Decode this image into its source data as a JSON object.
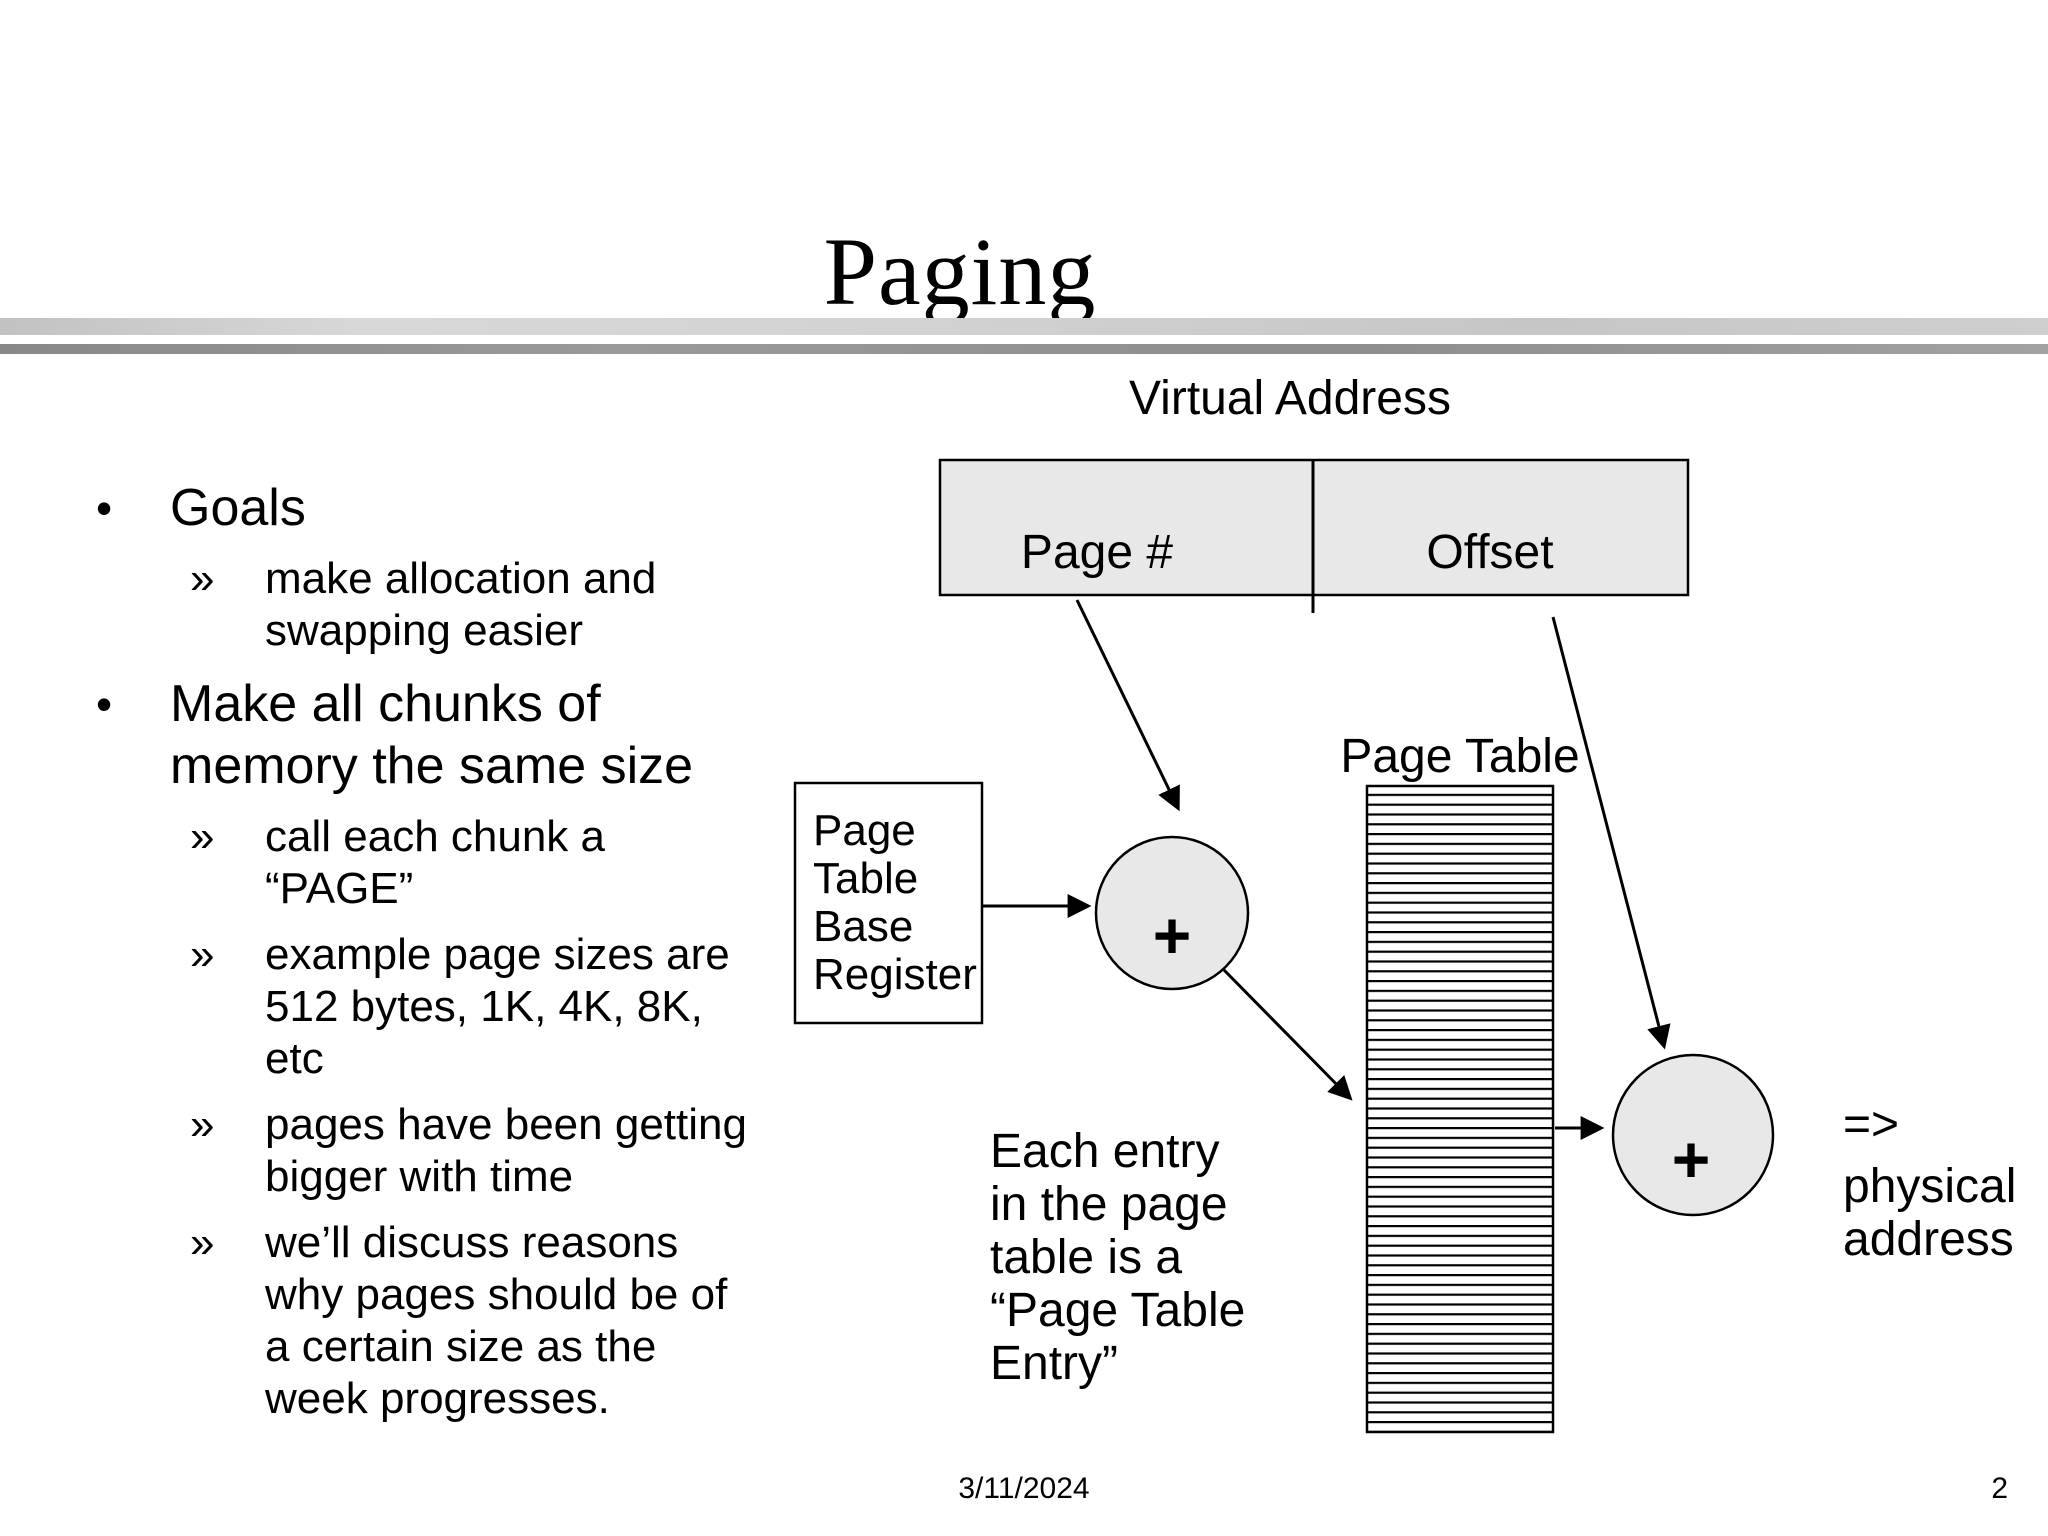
{
  "slide": {
    "title": "Paging",
    "footer": {
      "date": "3/11/2024",
      "page_number": "2"
    }
  },
  "markers": {
    "level1": "•",
    "level2": "»"
  },
  "bullets": [
    {
      "level": 1,
      "lines": [
        "Goals"
      ]
    },
    {
      "level": 2,
      "lines": [
        "make allocation and",
        "swapping easier"
      ]
    },
    {
      "level": 1,
      "lines": [
        "Make all chunks of",
        "memory the same size"
      ]
    },
    {
      "level": 2,
      "lines": [
        "call each chunk a",
        "“PAGE”"
      ]
    },
    {
      "level": 2,
      "lines": [
        "example page sizes are",
        "512 bytes, 1K, 4K, 8K,",
        "etc"
      ]
    },
    {
      "level": 2,
      "lines": [
        "pages have been getting",
        "bigger with time"
      ]
    },
    {
      "level": 2,
      "lines": [
        "we’ll discuss reasons",
        "why pages should be of",
        "a certain size as the",
        "week progresses."
      ]
    }
  ],
  "diagram": {
    "virtual_address_label": "Virtual Address",
    "page_number_cell": "Page #",
    "offset_cell": "Offset",
    "page_table_label": "Page Table",
    "ptbr_lines": [
      "Page",
      "Table",
      "Base",
      "Register"
    ],
    "adder_symbol": "+",
    "pte_note_lines": [
      "Each entry",
      "in the page",
      "table is a",
      "“Page Table",
      "Entry”"
    ],
    "result_lines": [
      "=>",
      "physical",
      "address"
    ]
  },
  "colors": {
    "shape_fill": "#e8e8e8",
    "box_white": "#ffffff",
    "stroke": "#000000",
    "bar_light": "#cecece",
    "bar_dark": "#919191"
  }
}
